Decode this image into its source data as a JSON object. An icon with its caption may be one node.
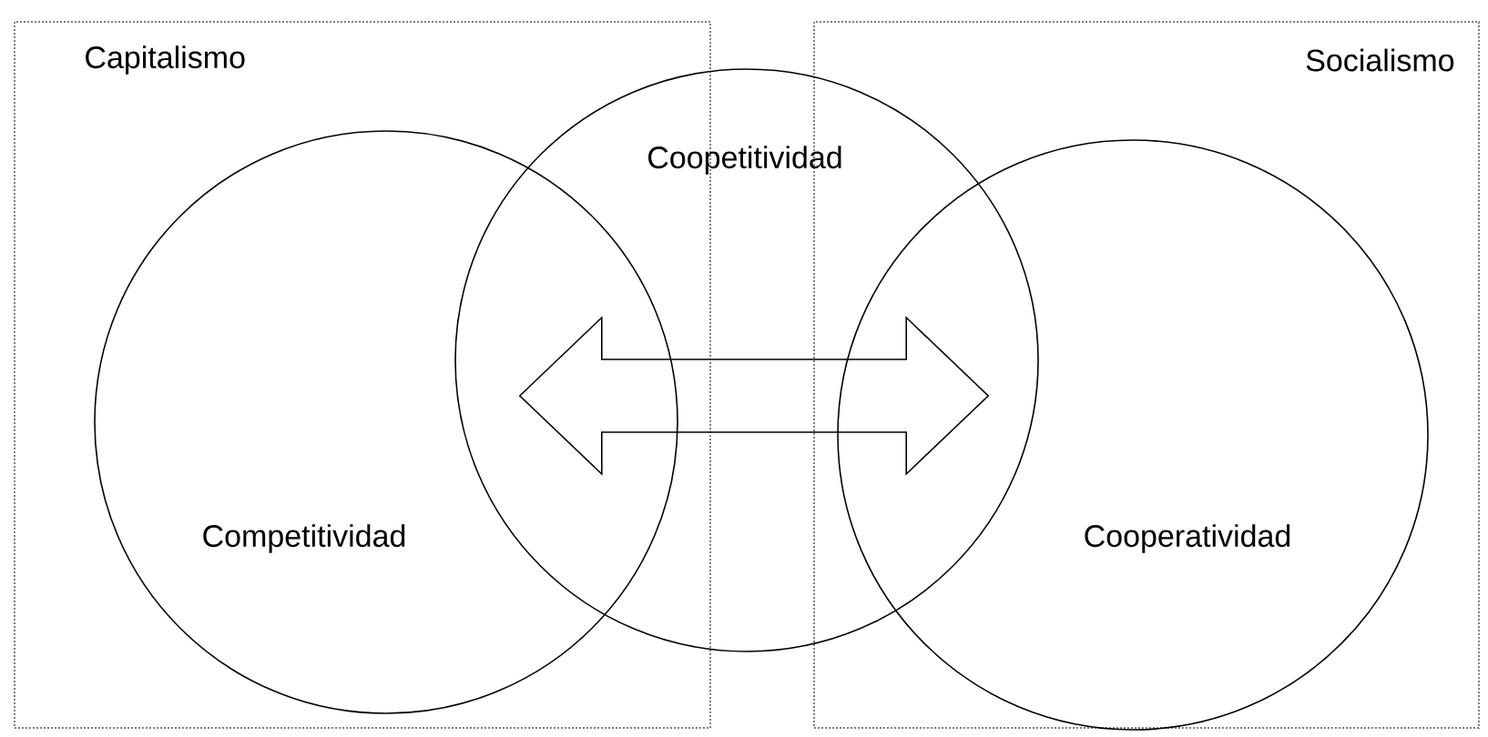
{
  "diagram": {
    "nodes": [
      {
        "text": [
          "Capitalismo"
        ]
      },
      {
        "text": [
          "Socialismo"
        ]
      },
      {
        "text": [
          "Competitividad"
        ],
        "in": 0
      },
      {
        "text": [
          "Coopetitividad"
        ]
      },
      {
        "text": [
          "Cooperatividad"
        ],
        "in": 1
      }
    ],
    "edges": [
      {
        "from": 2,
        "to": 4,
        "arrow": "both"
      }
    ]
  }
}
